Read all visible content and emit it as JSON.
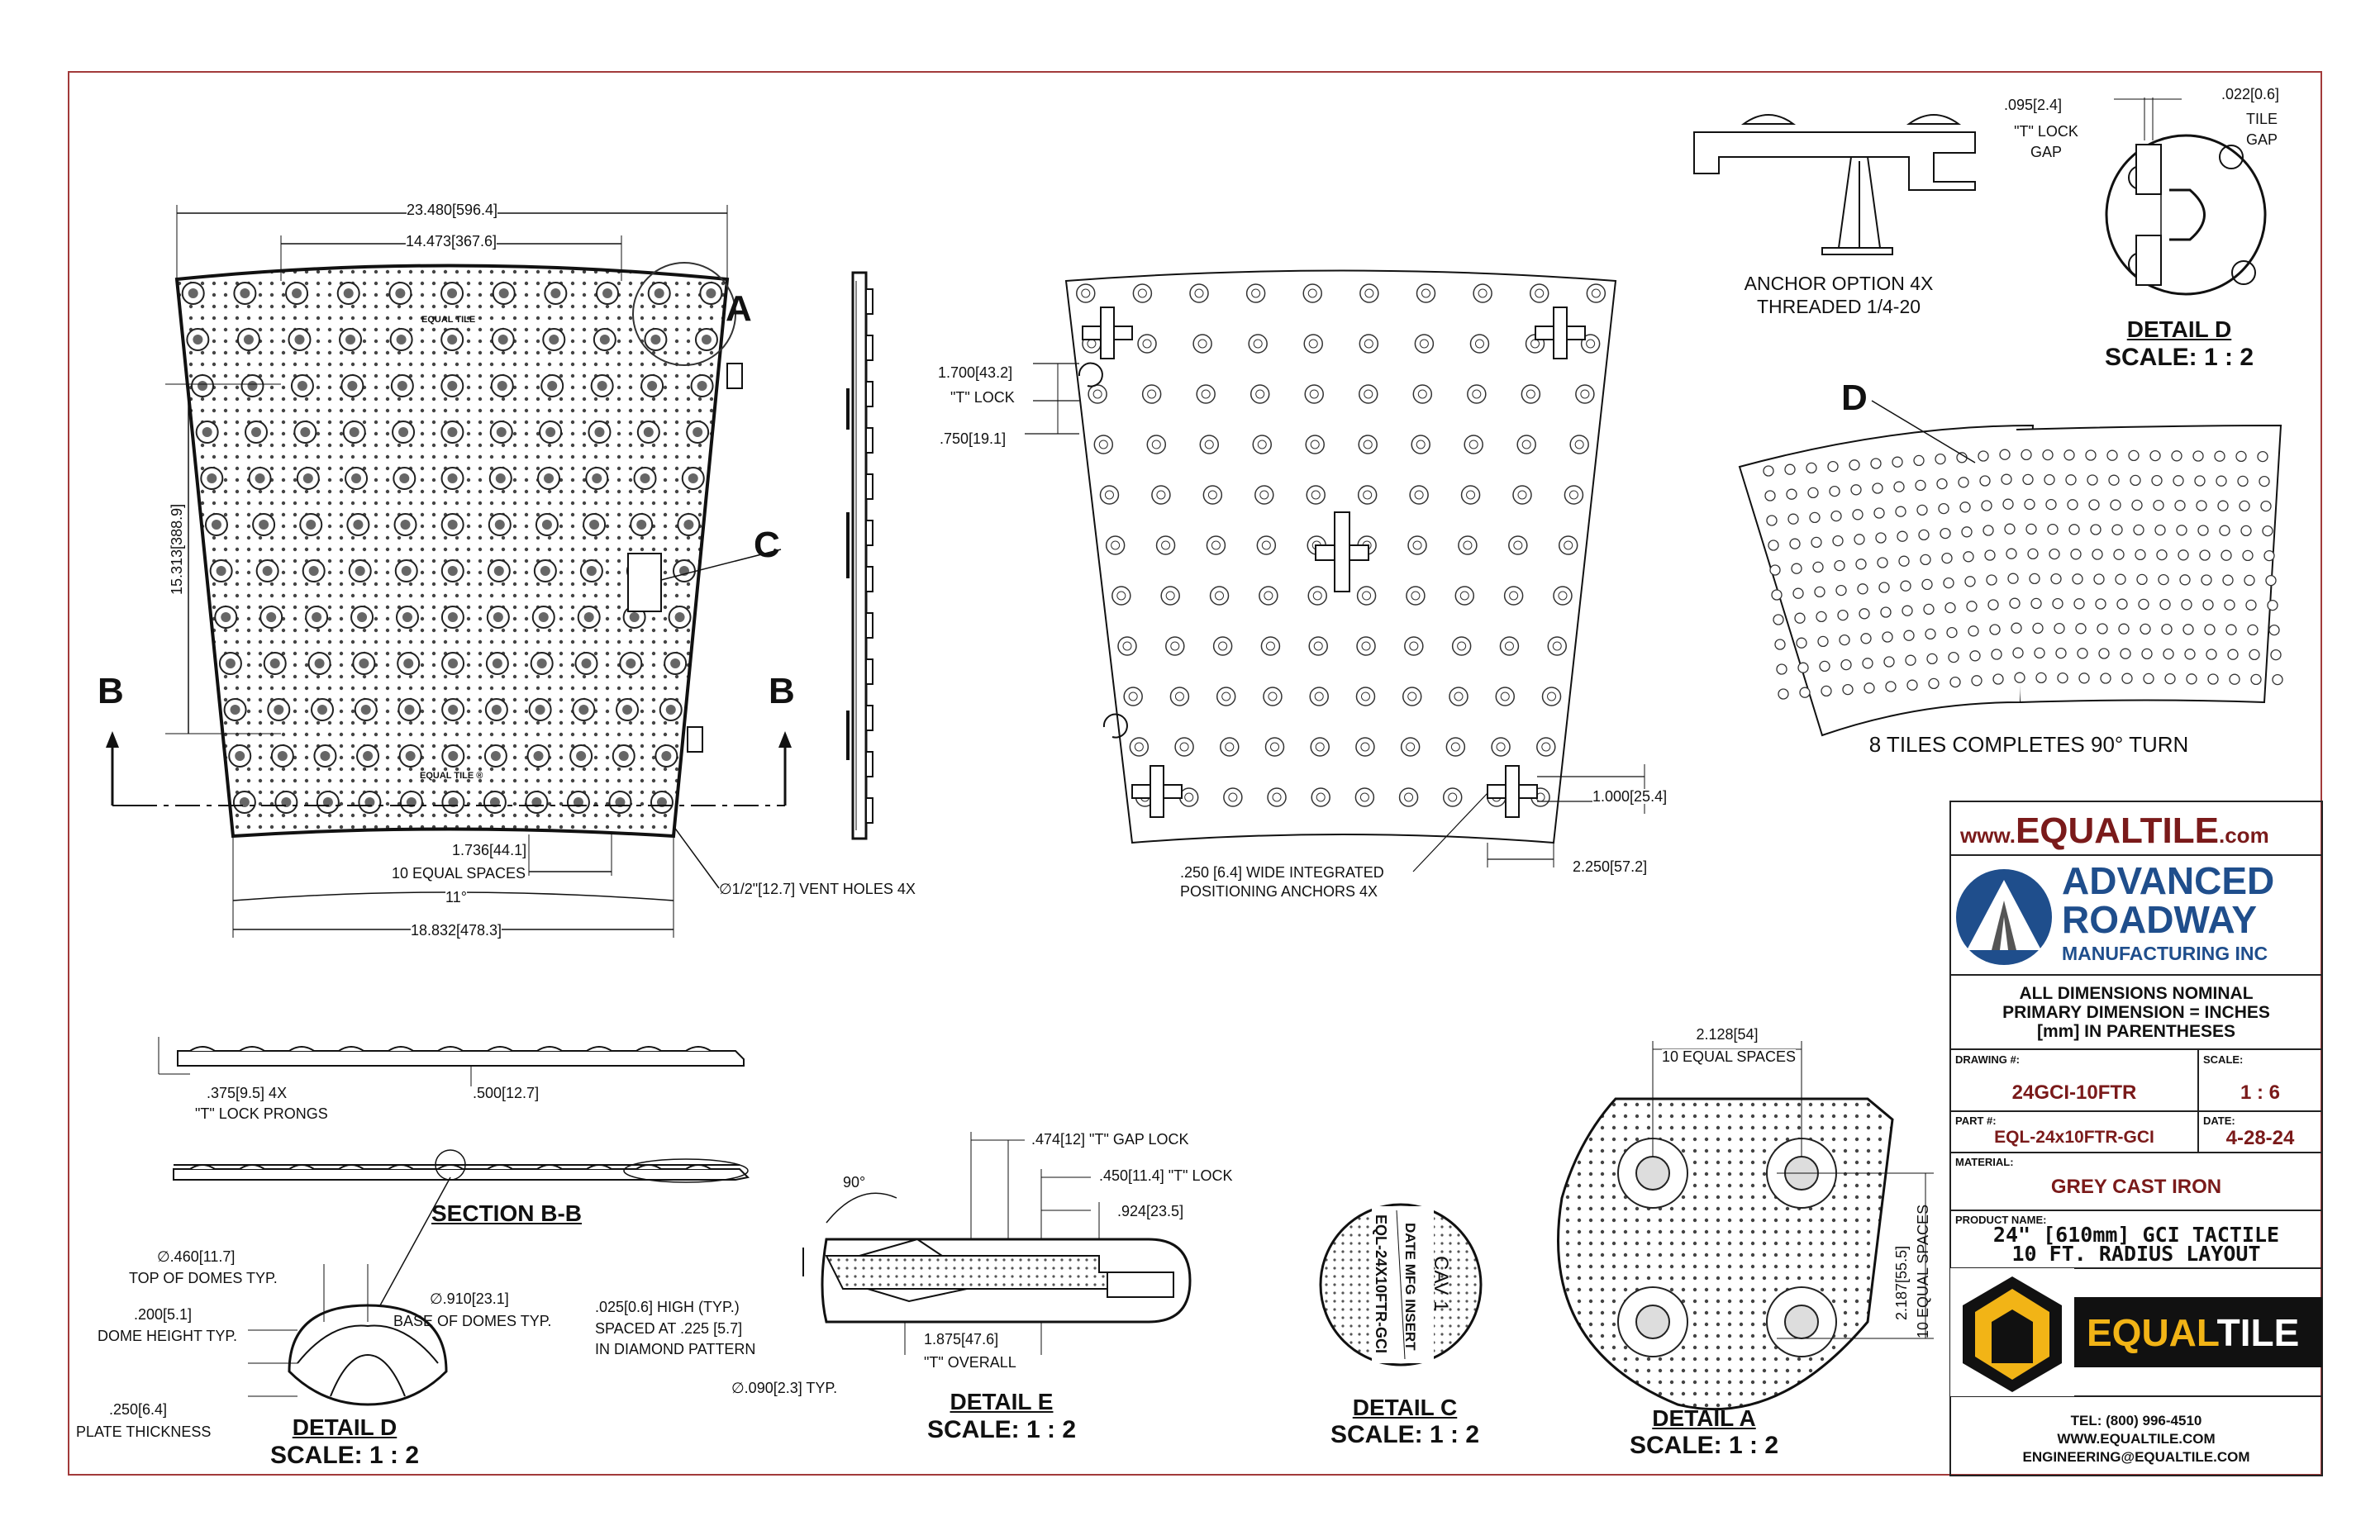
{
  "drawing": {
    "dims_main": {
      "top_width": "23.480[596.4]",
      "top_inner": "14.473[367.6]",
      "height": "15.313[388.9]",
      "spaces": "1.736[44.1]",
      "spaces_note": "10 EQUAL SPACES",
      "angle": "11°",
      "bottom_width": "18.832[478.3]",
      "vent": "∅1/2\"[12.7] VENT HOLES 4X",
      "label_a": "A",
      "label_c": "C",
      "label_b_left": "B",
      "label_b_right": "B",
      "tile_text_top": "EQUAL TILE",
      "tile_text_bottom": "EQUAL TILE ®"
    },
    "dims_back": {
      "t_lock_h": "1.700[43.2]",
      "t_lock_label": "\"T\" LOCK",
      "t_lock_w": ".750[19.1]",
      "anchor_note_1": ".250 [6.4] WIDE INTEGRATED",
      "anchor_note_2": "POSITIONING ANCHORS 4X",
      "dim_1000": "1.000[25.4]",
      "dim_2250": "2.250[57.2]"
    },
    "anchor_option": {
      "line1": "ANCHOR OPTION 4X",
      "line2": "THREADED 1/4-20"
    },
    "detail_d_top": {
      "gap_dim": ".095[2.4]",
      "gap_label_1": "\"T\" LOCK",
      "gap_label_2": "GAP",
      "tile_gap_dim": ".022[0.6]",
      "tile_gap_1": "TILE",
      "tile_gap_2": "GAP",
      "title": "DETAIL D",
      "scale": "SCALE: 1 : 2"
    },
    "layout": {
      "label_d": "D",
      "caption": "8 TILES COMPLETES 90° TURN"
    },
    "section": {
      "prong": ".375[9.5] 4X",
      "prong_label": "\"T\" LOCK PRONGS",
      "dim_500": ".500[12.7]",
      "title": "SECTION B-B"
    },
    "detail_d_bottom": {
      "top_domes": "∅.460[11.7]",
      "top_domes_label": "TOP OF DOMES TYP.",
      "dome_height": ".200[5.1]",
      "dome_height_label": "DOME HEIGHT TYP.",
      "plate": ".250[6.4]",
      "plate_label": "PLATE THICKNESS",
      "base": "∅.910[23.1]",
      "base_label": "BASE OF DOMES TYP.",
      "title": "DETAIL D",
      "scale": "SCALE: 1 : 2"
    },
    "detail_e": {
      "angle": "90°",
      "gap_lock": ".474[12] \"T\" GAP LOCK",
      "t_lock": ".450[11.4] \"T\" LOCK",
      "dim_924": ".924[23.5]",
      "high_1": ".025[0.6] HIGH (TYP.)",
      "high_2": "SPACED AT .225 [5.7]",
      "high_3": "IN DIAMOND PATTERN",
      "overall": "1.875[47.6]",
      "overall_label": "\"T\" OVERALL",
      "dia": "∅.090[2.3] TYP.",
      "title": "DETAIL E",
      "scale": "SCALE: 1 : 2"
    },
    "detail_c": {
      "insert_1": "EQL-24X10FTR-GCI",
      "insert_2": "DATE MFG INSERT",
      "insert_3": "CAV 1",
      "title": "DETAIL C",
      "scale": "SCALE: 1 : 2"
    },
    "detail_a": {
      "dim_top": "2.128[54]",
      "dim_top_label": "10 EQUAL SPACES",
      "dim_side_1": "2.187[55.5]",
      "dim_side_2": "10 EQUAL SPACES",
      "title": "DETAIL A",
      "scale": "SCALE: 1 : 2"
    }
  },
  "title_block": {
    "url_prefix": "www.",
    "url_main": "EQUALTILE",
    "url_suffix": ".com",
    "company_1": "ADVANCED",
    "company_2": "ROADWAY",
    "company_3": "MANUFACTURING INC",
    "notes_1": "ALL DIMENSIONS NOMINAL",
    "notes_2": "PRIMARY DIMENSION = INCHES",
    "notes_3": "[mm] IN PARENTHESES",
    "drawing_label": "DRAWING #:",
    "drawing_value": "24GCI-10FTR",
    "scale_label": "SCALE:",
    "scale_value": "1 : 6",
    "part_label": "PART #:",
    "part_value": "EQL-24x10FTR-GCI",
    "date_label": "DATE:",
    "date_value": "4-28-24",
    "material_label": "MATERIAL:",
    "material_value": "GREY CAST IRON",
    "product_label": "PRODUCT NAME:",
    "product_1": "24\" [610mm] GCI TACTILE",
    "product_2": "10 FT. RADIUS LAYOUT",
    "brand": "EQUALTILE",
    "brand_a": "EQUAL",
    "brand_b": "TILE",
    "tel": "TEL: (800) 996-4510",
    "web": "WWW.EQUALTILE.COM",
    "email": "ENGINEERING@EQUALTILE.COM",
    "colors": {
      "accent_red": "#7a1a1a",
      "brand_blue": "#1f4e8c",
      "brand_gold": "#f2b416"
    }
  }
}
